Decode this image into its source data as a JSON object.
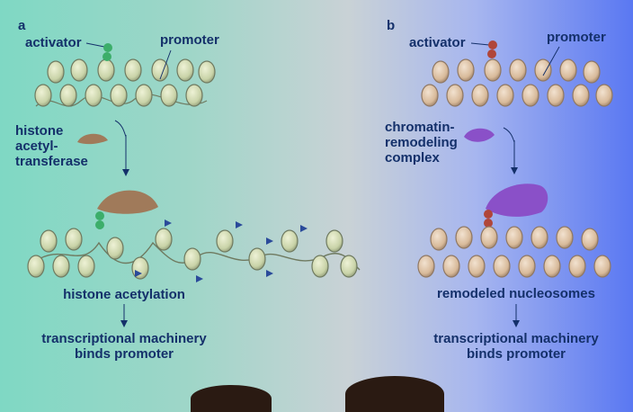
{
  "panel_a": {
    "letter": "a",
    "activator": "activator",
    "promoter": "promoter",
    "enzyme_label": [
      "histone",
      "acetyl-",
      "transferase"
    ],
    "result": "histone acetylation",
    "outcome": [
      "transcriptional machinery",
      "binds promoter"
    ]
  },
  "panel_b": {
    "letter": "b",
    "activator": "activator",
    "promoter": "promoter",
    "enzyme_label": [
      "chromatin-",
      "remodeling",
      "complex"
    ],
    "result": "remodeled nucleosomes",
    "outcome": [
      "transcriptional machinery",
      "binds promoter"
    ]
  },
  "colors": {
    "text": "#14306a",
    "activator_a": "#3cae6a",
    "activator_b": "#b0463a",
    "acetyltransferase": "#a07a5a",
    "remodeling_complex": "#8a50c8",
    "acetyl_flag": "#2a4a9a",
    "nucleosome_a": "#c9d3a8",
    "nucleosome_b": "#d8ba9a"
  }
}
